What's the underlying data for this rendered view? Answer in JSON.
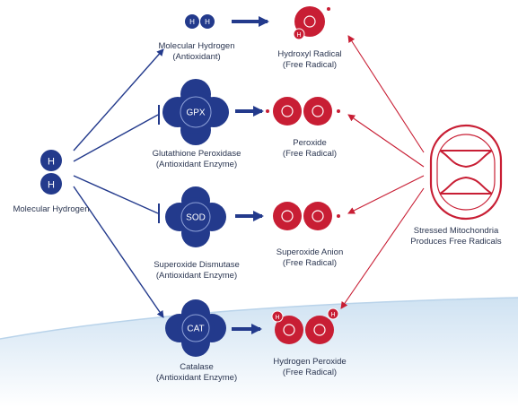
{
  "colors": {
    "antioxidant": "#233a8c",
    "radical": "#c81e34",
    "background_wave": "#cfe2f2"
  },
  "molecular_hydrogen": {
    "atom_labels": [
      "H",
      "H"
    ],
    "name": "Molecular Hydrogen"
  },
  "antioxidants": [
    {
      "badge": "H H",
      "line1": "Molecular Hydrogen",
      "line2": "(Antioxidant)"
    },
    {
      "badge": "GPX",
      "line1": "Glutathione Peroxidase",
      "line2": "(Antioxidant Enzyme)"
    },
    {
      "badge": "SOD",
      "line1": "Superoxide Dismutase",
      "line2": "(Antioxidant Enzyme)"
    },
    {
      "badge": "CAT",
      "line1": "Catalase",
      "line2": "(Antioxidant Enzyme)"
    }
  ],
  "radicals": [
    {
      "line1": "Hydroxyl Radical",
      "line2": "(Free Radical)",
      "atom_labels": [
        "H",
        "O"
      ]
    },
    {
      "line1": "Peroxide",
      "line2": "(Free Radical)",
      "atom_labels": [
        "O",
        "O"
      ]
    },
    {
      "line1": "Superoxide Anion",
      "line2": "(Free Radical)",
      "atom_labels": [
        "O",
        "O"
      ]
    },
    {
      "line1": "Hydrogen Peroxide",
      "line2": "(Free Radical)",
      "atom_labels": [
        "H",
        "O",
        "O",
        "H"
      ]
    }
  ],
  "mitochondria": {
    "line1": "Stressed Mitochondria",
    "line2": "Produces Free Radicals"
  }
}
